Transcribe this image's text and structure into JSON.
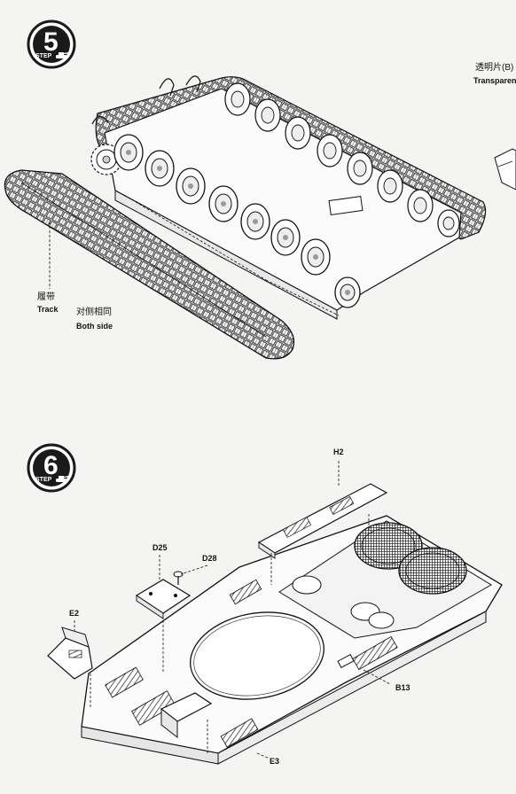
{
  "step5": {
    "badge_label": "STEP",
    "badge_number": "5",
    "transparent_cn": "透明片(B)",
    "transparent_en": "Transparent",
    "track_cn": "履带",
    "track_en": "Track",
    "both_side_cn": "对侧相同",
    "both_side_en": "Both side"
  },
  "step6": {
    "badge_label": "STEP",
    "badge_number": "6",
    "parts": {
      "h2": "H2",
      "d25": "D25",
      "d28": "D28",
      "e2": "E2",
      "b13": "B13",
      "e3": "E3"
    }
  },
  "colors": {
    "paper": "#f4f4f2",
    "ink": "#111111",
    "badge": "#1a1a1a"
  },
  "icons": [
    "tank-silhouette-icon"
  ]
}
